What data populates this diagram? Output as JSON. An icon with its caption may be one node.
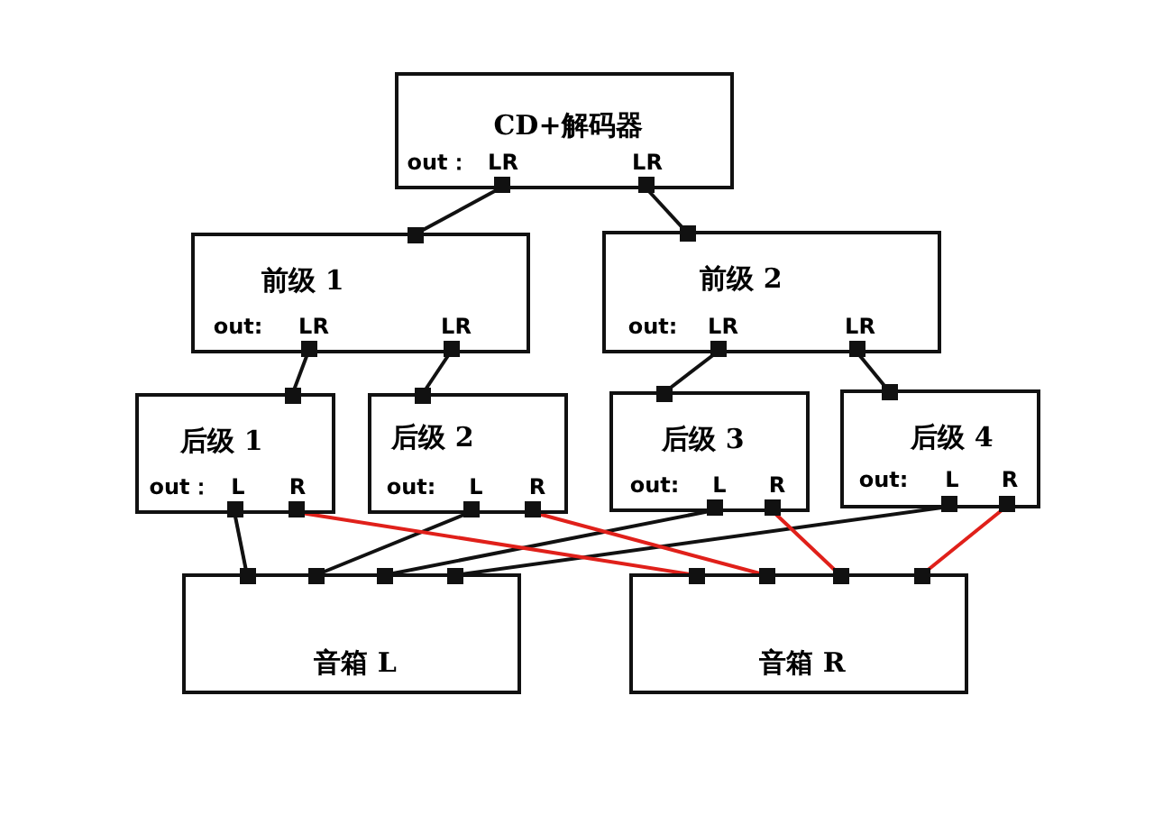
{
  "diagram": {
    "nodes": [
      {
        "text": [
          "CD+解码器",
          "out：",
          "LR",
          "LR"
        ]
      },
      {
        "text": [
          "前级 1",
          "out:",
          "LR",
          "LR"
        ]
      },
      {
        "text": [
          "前级 2",
          "out:",
          "LR",
          "LR"
        ]
      },
      {
        "text": [
          "后级 1",
          "out：",
          "L",
          "R"
        ]
      },
      {
        "text": [
          "后级 2",
          "out:",
          "L",
          "R"
        ]
      },
      {
        "text": [
          "后级 3",
          "out:",
          "L",
          "R"
        ]
      },
      {
        "text": [
          "后级 4",
          "out:",
          "L",
          "R"
        ]
      },
      {
        "text": [
          "音箱 L"
        ]
      },
      {
        "text": [
          "音箱 R"
        ]
      }
    ],
    "edges": [
      {
        "from": 0,
        "to": 1,
        "arrow": "none"
      },
      {
        "from": 0,
        "to": 2,
        "arrow": "none"
      },
      {
        "from": 1,
        "to": 3,
        "arrow": "none"
      },
      {
        "from": 1,
        "to": 4,
        "arrow": "none"
      },
      {
        "from": 2,
        "to": 5,
        "arrow": "none"
      },
      {
        "from": 2,
        "to": 6,
        "arrow": "none"
      },
      {
        "from": 3,
        "to": 7,
        "arrow": "none"
      },
      {
        "from": 4,
        "to": 7,
        "arrow": "none"
      },
      {
        "from": 5,
        "to": 7,
        "arrow": "none"
      },
      {
        "from": 6,
        "to": 7,
        "arrow": "none"
      },
      {
        "from": 3,
        "to": 8,
        "arrow": "none",
        "color": "#e0201a"
      },
      {
        "from": 4,
        "to": 8,
        "arrow": "none",
        "color": "#e0201a"
      },
      {
        "from": 5,
        "to": 8,
        "arrow": "none",
        "color": "#e0201a"
      },
      {
        "from": 6,
        "to": 8,
        "arrow": "none",
        "color": "#e0201a"
      }
    ]
  }
}
